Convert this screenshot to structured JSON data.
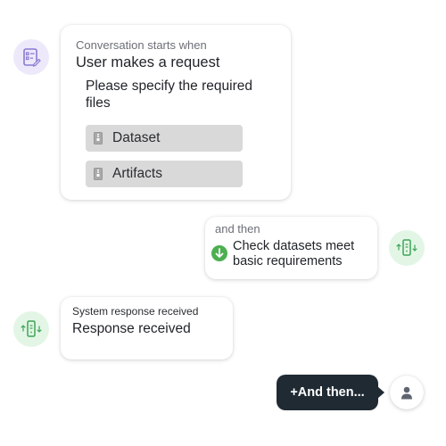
{
  "trigger": {
    "caption": "Conversation starts when",
    "title": "User makes a request",
    "prompt": "Please specify the required files",
    "files": [
      {
        "label": "Dataset",
        "icon": "file-zip-icon"
      },
      {
        "label": "Artifacts",
        "icon": "file-zip-icon"
      }
    ]
  },
  "step_check": {
    "caption": "and then",
    "text_line1": "Check datasets meet",
    "text_line2": "basic requirements",
    "status_icon": "arrow-down-circle-icon"
  },
  "step_response": {
    "caption": "System response received",
    "title": "Response received"
  },
  "add_step": {
    "label": "+And then..."
  },
  "colors": {
    "trigger_avatar": "#ede9fb",
    "system_avatar": "#e3f6e6",
    "system_icon": "#3fa457",
    "status_green": "#4caf50",
    "add_button_bg": "#1f2a33",
    "file_chip_bg": "#d9d9d9"
  }
}
